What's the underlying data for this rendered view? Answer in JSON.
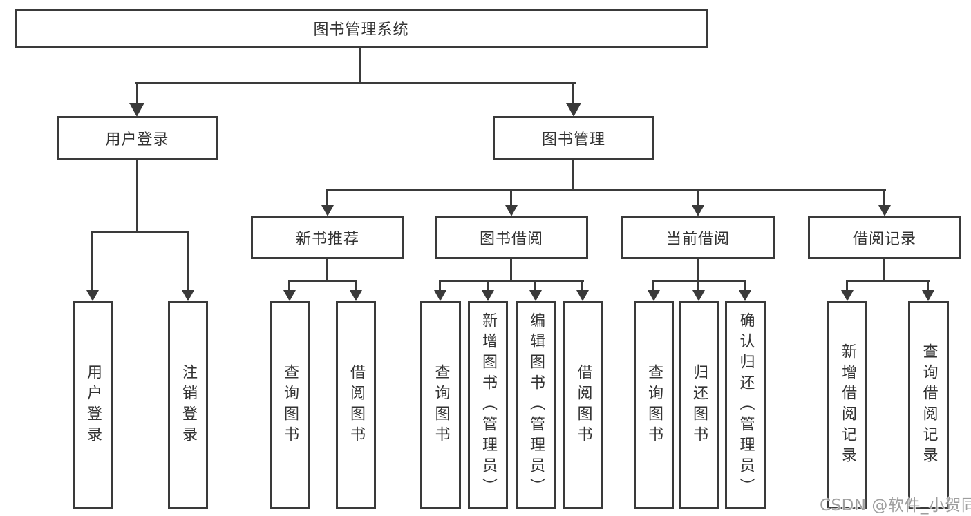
{
  "diagram": {
    "root": "图书管理系统",
    "level1": [
      {
        "label": "用户登录"
      },
      {
        "label": "图书管理"
      }
    ],
    "level2": [
      {
        "label": "新书推荐"
      },
      {
        "label": "图书借阅"
      },
      {
        "label": "当前借阅"
      },
      {
        "label": "借阅记录"
      }
    ],
    "leaves": {
      "userLogin": [
        "用户登录",
        "注销登录"
      ],
      "newBooks": [
        "查询图书",
        "借阅图书"
      ],
      "borrow": [
        "查询图书",
        "新增图书（管理员）",
        "编辑图书（管理员）",
        "借阅图书"
      ],
      "current": [
        "查询图书",
        "归还图书",
        "确认归还（管理员）"
      ],
      "records": [
        "新增借阅记录",
        "查询借阅记录"
      ]
    }
  },
  "watermark": "CSDN @软件_小贺同学",
  "colors": {
    "line": "#3a3a3a",
    "text": "#333333",
    "watermark": "#9e9e9e",
    "background": "#ffffff"
  }
}
